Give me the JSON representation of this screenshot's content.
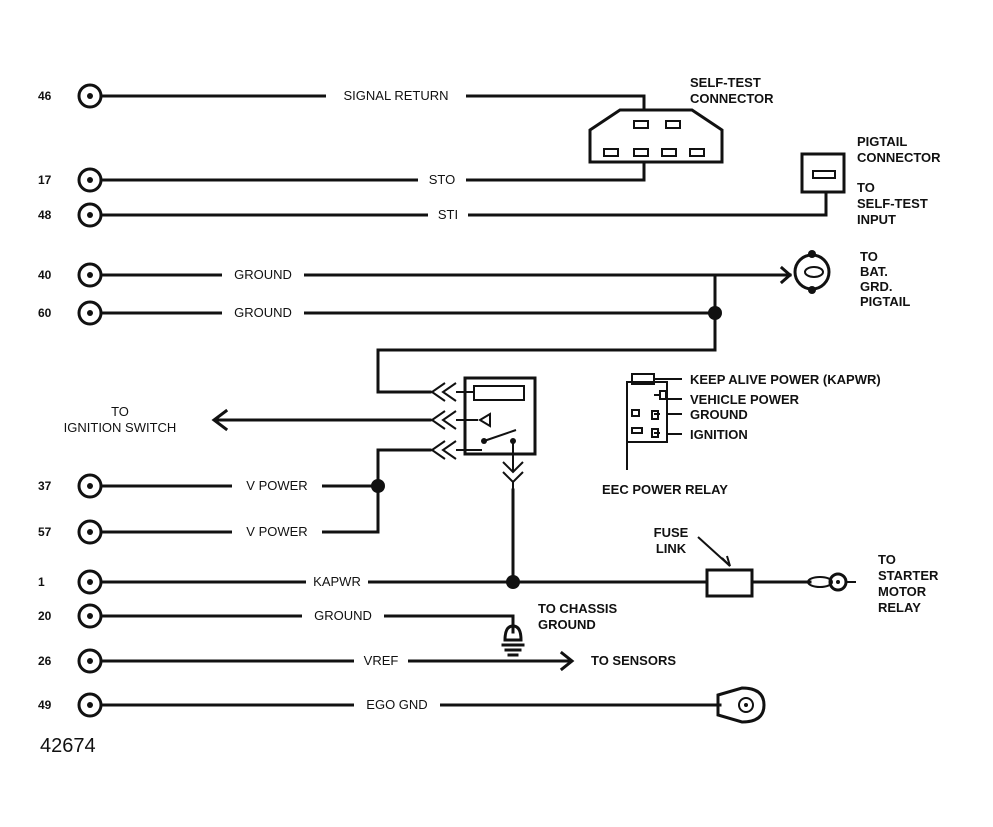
{
  "figure_number": "42674",
  "circuits": [
    {
      "pin": "46",
      "label": "SIGNAL RETURN"
    },
    {
      "pin": "17",
      "label": "STO"
    },
    {
      "pin": "48",
      "label": "STI"
    },
    {
      "pin": "40",
      "label": "GROUND"
    },
    {
      "pin": "60",
      "label": "GROUND"
    },
    {
      "pin": "37",
      "label": "V POWER"
    },
    {
      "pin": "57",
      "label": "V POWER"
    },
    {
      "pin": "1",
      "label": "KAPWR"
    },
    {
      "pin": "20",
      "label": "GROUND"
    },
    {
      "pin": "26",
      "label": "VREF"
    },
    {
      "pin": "49",
      "label": "EGO GND"
    }
  ],
  "self_test_connector": {
    "line1": "SELF-TEST",
    "line2": "CONNECTOR"
  },
  "pigtail": {
    "line1": "PIGTAIL",
    "line2": "CONNECTOR",
    "line3": "TO",
    "line4": "SELF-TEST",
    "line5": "INPUT"
  },
  "bat_ground": {
    "line1": "TO",
    "line2": "BAT.",
    "line3": "GRD.",
    "line4": "PIGTAIL"
  },
  "ignition_switch": {
    "line1": "TO",
    "line2": "IGNITION SWITCH"
  },
  "relay_legend": {
    "terminals": [
      "KEEP ALIVE POWER (KAPWR)",
      "VEHICLE POWER",
      "GROUND",
      "IGNITION"
    ],
    "title": "EEC POWER RELAY"
  },
  "fuse_link": {
    "line1": "FUSE",
    "line2": "LINK"
  },
  "starter": {
    "line1": "TO",
    "line2": "STARTER",
    "line3": "MOTOR",
    "line4": "RELAY"
  },
  "chassis": {
    "line1": "TO CHASSIS",
    "line2": "GROUND"
  },
  "sensors": "TO SENSORS"
}
